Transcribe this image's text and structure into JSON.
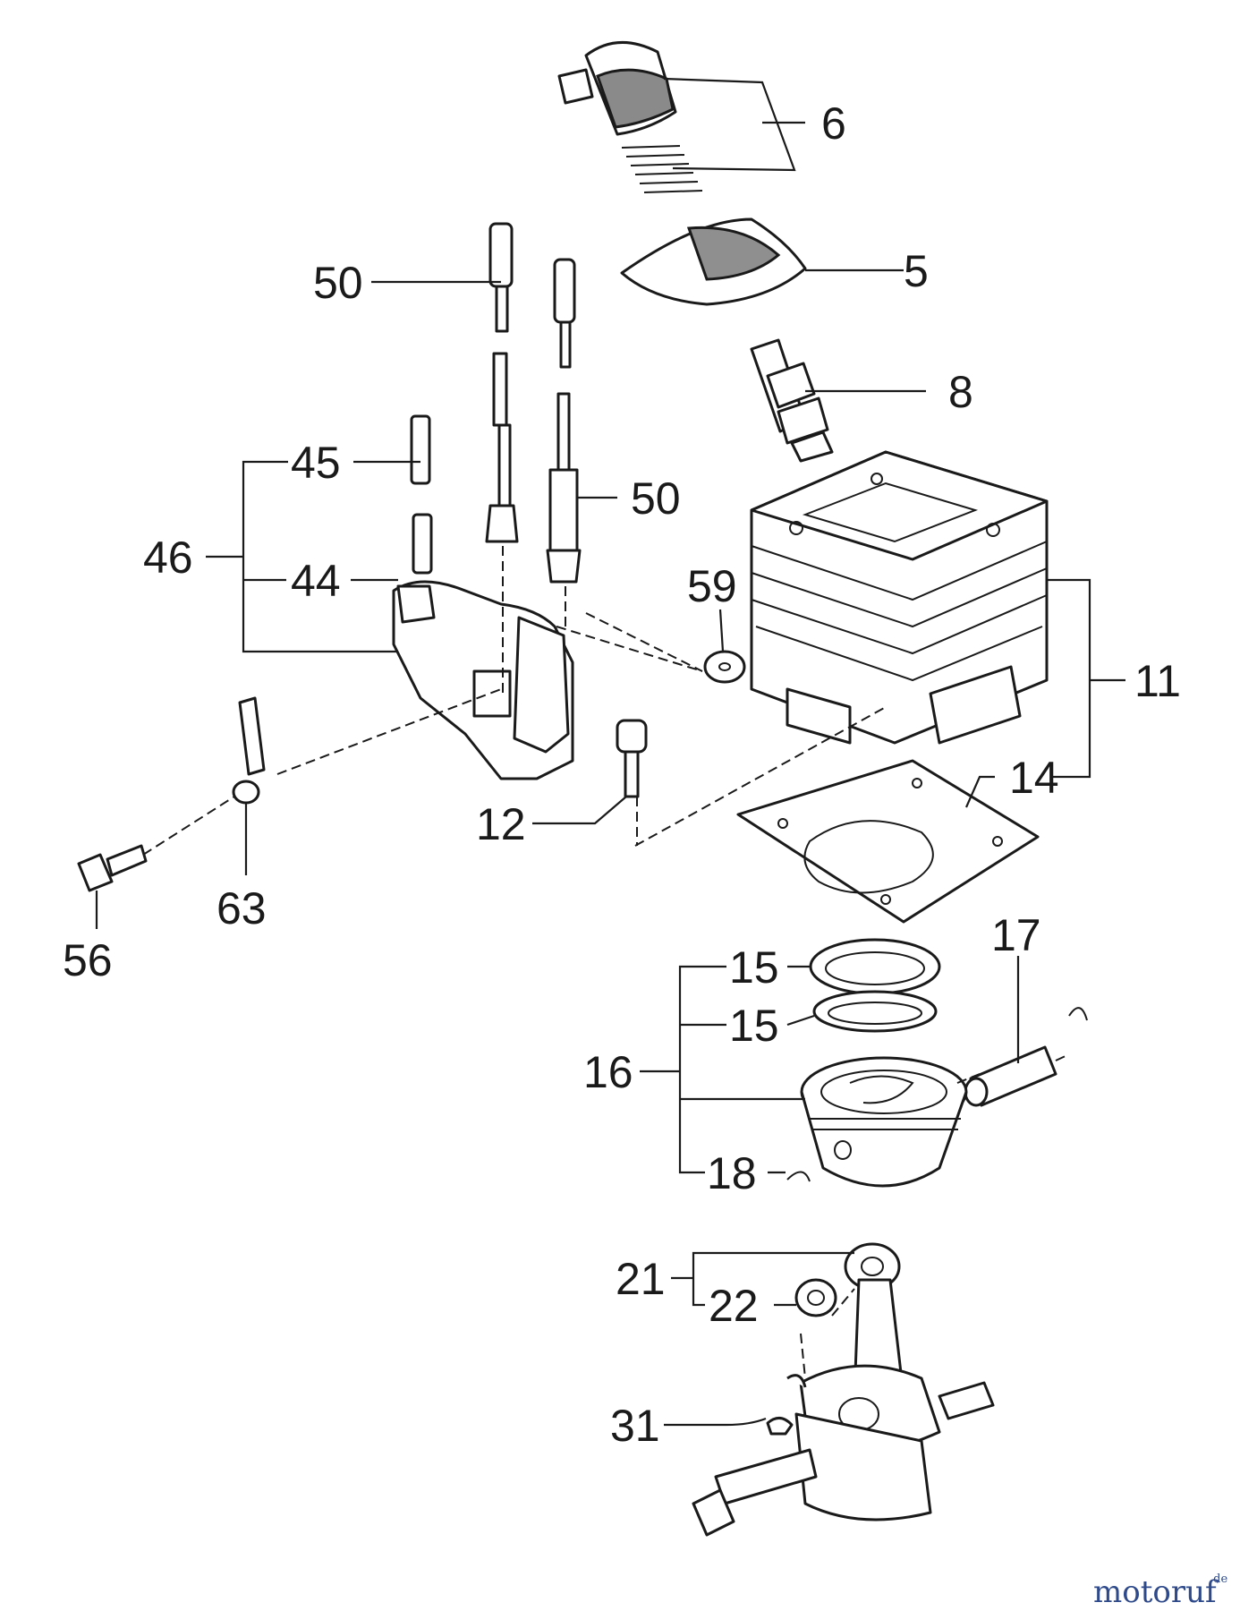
{
  "callouts": {
    "c6": "6",
    "c5": "5",
    "c50a": "50",
    "c8": "8",
    "c45": "45",
    "c50b": "50",
    "c46": "46",
    "c44": "44",
    "c59": "59",
    "c11": "11",
    "c14": "14",
    "c12": "12",
    "c63": "63",
    "c56": "56",
    "c15a": "15",
    "c17": "17",
    "c15b": "15",
    "c16": "16",
    "c18": "18",
    "c21": "21",
    "c22": "22",
    "c31": "31"
  },
  "brand": {
    "name": "motoruf",
    "tld": ".de"
  }
}
